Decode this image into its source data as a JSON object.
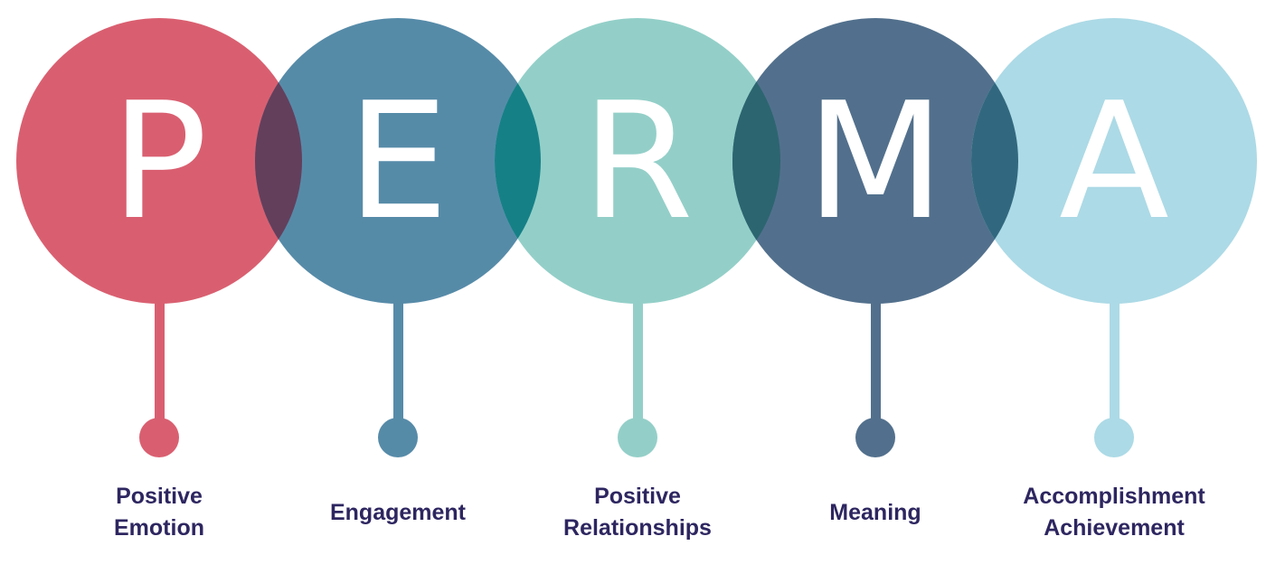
{
  "diagram": {
    "items": [
      {
        "letter": "P",
        "label_lines": [
          "Positive",
          "Emotion"
        ],
        "color": "#d95f70"
      },
      {
        "letter": "E",
        "label_lines": [
          "Engagement"
        ],
        "color": "#568ba8"
      },
      {
        "letter": "R",
        "label_lines": [
          "Positive",
          "Relationships"
        ],
        "color": "#93cfc8"
      },
      {
        "letter": "M",
        "label_lines": [
          "Meaning"
        ],
        "color": "#52708d"
      },
      {
        "letter": "A",
        "label_lines": [
          "Accomplishment",
          "Achievement"
        ],
        "color": "#acdae6"
      }
    ],
    "overlap_colors": [
      "#633f5c",
      "#168087",
      "#2c6570",
      "#32687f"
    ],
    "label_color": "#2d2660"
  }
}
